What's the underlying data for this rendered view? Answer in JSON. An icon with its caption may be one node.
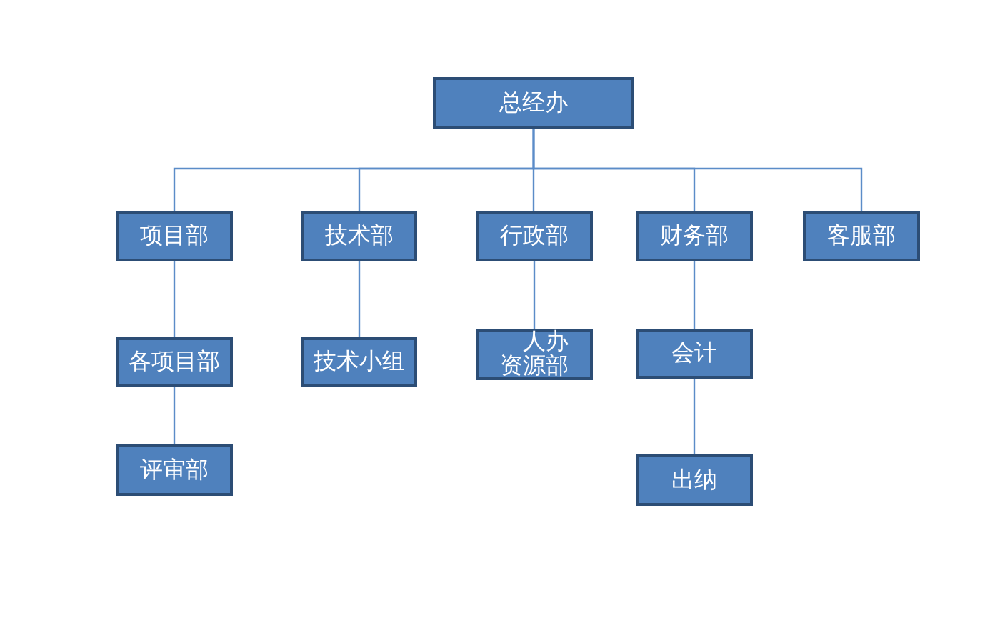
{
  "diagram": {
    "nodes": [
      {
        "text": [
          "总经办"
        ]
      },
      {
        "text": [
          "项目部"
        ]
      },
      {
        "text": [
          "技术部"
        ]
      },
      {
        "text": [
          "行政部"
        ]
      },
      {
        "text": [
          "财务部"
        ]
      },
      {
        "text": [
          "客服部"
        ]
      },
      {
        "text": [
          "各项目部"
        ]
      },
      {
        "text": [
          "技术小组"
        ]
      },
      {
        "text": [
          "人办资源部"
        ]
      },
      {
        "text": [
          "会计"
        ]
      },
      {
        "text": [
          "评审部"
        ]
      },
      {
        "text": [
          "出纳"
        ]
      }
    ],
    "edges": [
      {
        "from": 0,
        "to": 1,
        "arrow": "none"
      },
      {
        "from": 0,
        "to": 2,
        "arrow": "none"
      },
      {
        "from": 0,
        "to": 3,
        "arrow": "none"
      },
      {
        "from": 0,
        "to": 4,
        "arrow": "none"
      },
      {
        "from": 0,
        "to": 5,
        "arrow": "none"
      },
      {
        "from": 1,
        "to": 6,
        "arrow": "none"
      },
      {
        "from": 2,
        "to": 7,
        "arrow": "none"
      },
      {
        "from": 3,
        "to": 8,
        "arrow": "none"
      },
      {
        "from": 4,
        "to": 9,
        "arrow": "none"
      },
      {
        "from": 6,
        "to": 10,
        "arrow": "none"
      },
      {
        "from": 9,
        "to": 11,
        "arrow": "none"
      }
    ]
  }
}
